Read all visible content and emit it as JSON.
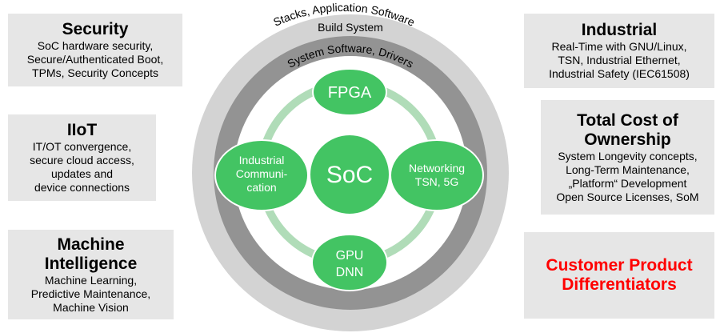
{
  "colors": {
    "green": "#43c463",
    "light_green": "#b0dcb8",
    "outer_ring": "#d3d3d3",
    "inner_ring": "#939393",
    "box": "#e6e6e6",
    "accent_red": "#ff0000"
  },
  "rings": {
    "outer": "Stacks, Application Software",
    "middle": "Build System",
    "inner": "System Software, Drivers"
  },
  "nodes": {
    "center": "SoC",
    "top": "FPGA",
    "left": [
      "Industrial",
      "Communi-",
      "cation"
    ],
    "right": [
      "Networking",
      "TSN, 5G"
    ],
    "bottom": [
      "GPU",
      "DNN"
    ]
  },
  "left_boxes": [
    {
      "title": [
        "Security"
      ],
      "lines": [
        "SoC hardware security,",
        "Secure/Authenticated Boot,",
        "TPMs, Security Concepts"
      ]
    },
    {
      "title": [
        "IIoT"
      ],
      "lines": [
        "IT/OT convergence,",
        "secure cloud access,",
        "updates and",
        "device connections"
      ]
    },
    {
      "title": [
        "Machine",
        "Intelligence"
      ],
      "lines": [
        "Machine Learning,",
        "Predictive Maintenance,",
        "Machine Vision"
      ]
    }
  ],
  "right_boxes": [
    {
      "title": [
        "Industrial"
      ],
      "lines": [
        "Real-Time with GNU/Linux,",
        "TSN, Industrial Ethernet,",
        "Industrial Safety (IEC61508)"
      ]
    },
    {
      "title": [
        "Total Cost of",
        "Ownership"
      ],
      "lines": [
        "System Longevity concepts,",
        "Long-Term Maintenance,",
        "„Platform“ Development",
        "Open Source Licenses, SoM"
      ]
    },
    {
      "title": [
        "Customer Product",
        "Differentiators"
      ],
      "lines": []
    }
  ]
}
